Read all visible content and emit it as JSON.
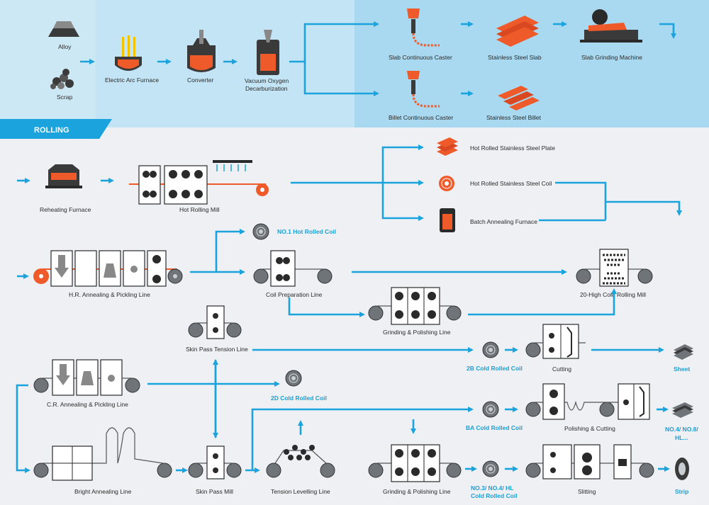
{
  "colors": {
    "accent": "#1ba3dd",
    "orange": "#ee5a2a",
    "dark": "#2a2a2a",
    "top_band": "#c9e7f5",
    "top_band_right": "#a9d9f0"
  },
  "top": {
    "alloy": "Alloy",
    "scrap": "Scrap",
    "eaf": "Electric Arc Furnace",
    "converter": "Converter",
    "vod1": "Vacuum Oxygen",
    "vod2": "Decarburization",
    "slab_caster": "Slab Continuous Caster",
    "ss_slab": "Stainless Steel Slab",
    "slab_grinding": "Slab Grinding Machine",
    "billet_caster": "Billet Continuous Caster",
    "ss_billet": "Stainless Steel Billet"
  },
  "section_title": "ROLLING",
  "rolling": {
    "reheating": "Reheating Furnace",
    "hot_mill": "Hot Rolling Mill",
    "hr_plate": "Hot Rolled Stainless Steel Plate",
    "hr_coil": "Hot Rolled Stainless Steel Coil",
    "batch_anneal": "Batch Annealing Furnace",
    "no1_coil": "NO.1 Hot Rolled Coil",
    "hr_anneal": "H.R. Annealing & Pickling Line",
    "coil_prep": "Coil Preparation Line",
    "cold_mill": "20-High Cold Rolling Mill",
    "grind1": "Grinding & Polishing Line",
    "skin_tension": "Skin Pass Tension Line",
    "cold_2b": "2B Cold Rolled Coil",
    "cutting": "Cutting",
    "sheet": "Sheet",
    "cr_anneal": "C.R. Annealing & Pickling Line",
    "cold_2d": "2D Cold Rolled Coil",
    "cold_ba": "BA Cold Rolled Coil",
    "polish_cut": "Polishing & Cutting",
    "no4_1": "NO.4/ NO.8/",
    "no4_2": "HL...",
    "bright_anneal": "Bright Annealing Line",
    "skin_pass": "Skin Pass Mill",
    "tension_level": "Tension Levelling Line",
    "grind2": "Grinding & Polishing Line",
    "no3_1": "NO.3/ NO.4/ HL",
    "no3_2": "Cold Rolled Coil",
    "slitting": "Slitting",
    "strip": "Strip"
  }
}
